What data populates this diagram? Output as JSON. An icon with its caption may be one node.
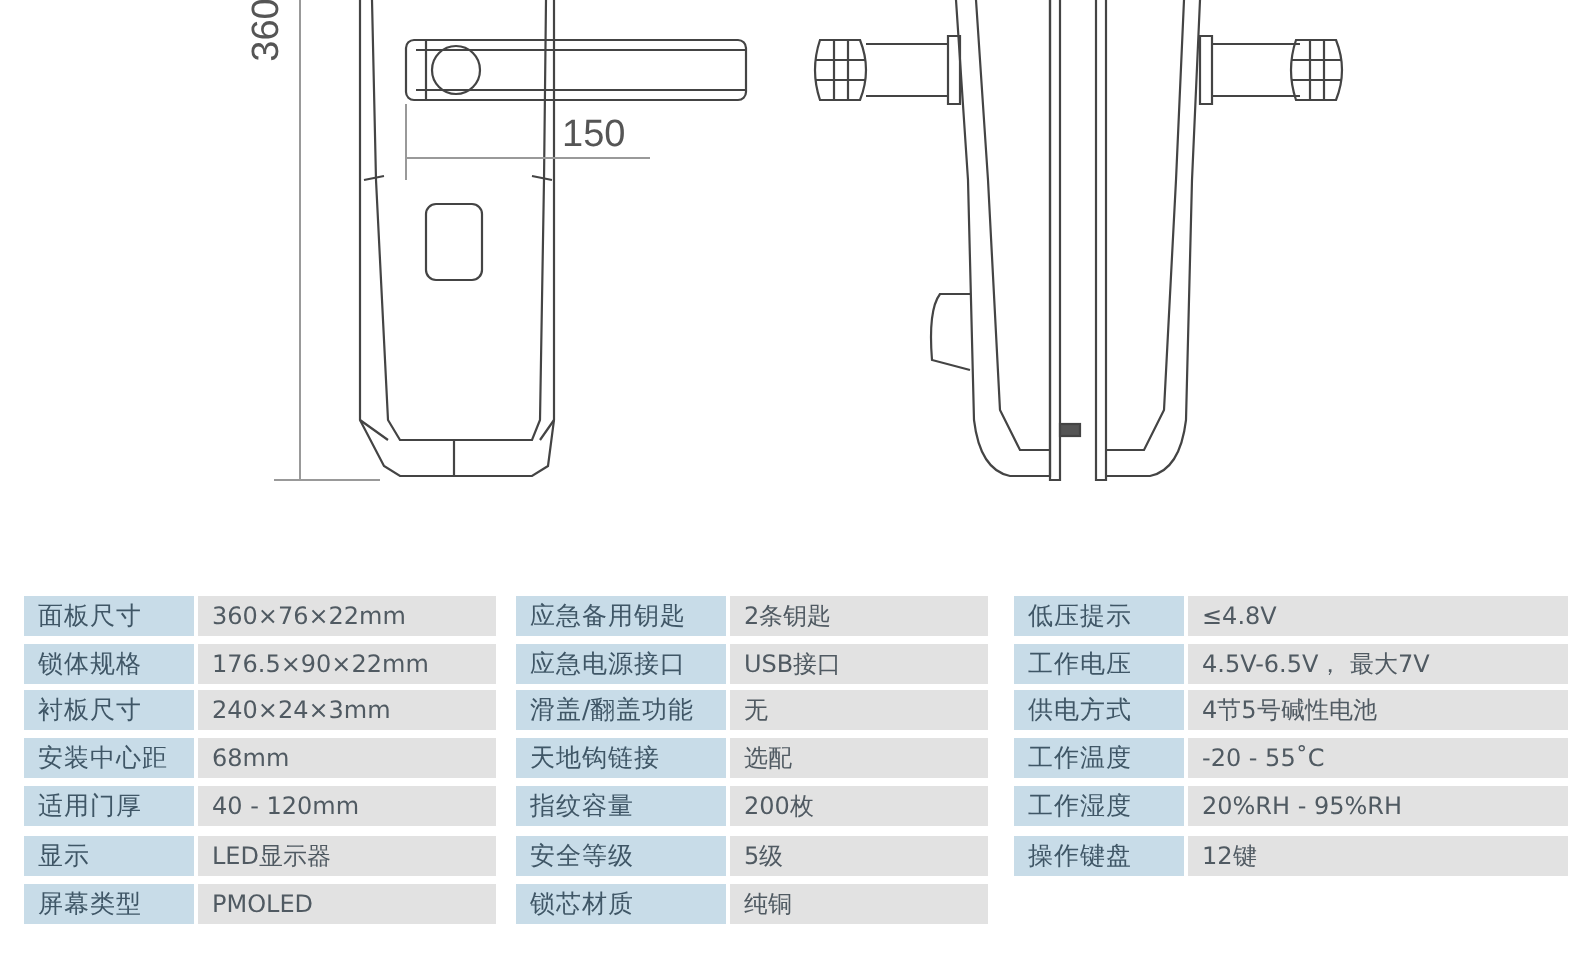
{
  "diagram": {
    "labels": [
      "360",
      "150",
      "面板尺寸",
      "360×76×22mm",
      "锁体规格",
      "176.5×90×22mm",
      "衬板尺寸",
      "240×24×3mm",
      "安装中心距",
      "68mm",
      "适用门厚",
      "40 - 120mm",
      "显示",
      "LED显示器",
      "屏幕类型",
      "PMOLED",
      "应急备用钥匙",
      "2条钥匙",
      "应急电源接口",
      "USB接口",
      "滑盖/翻盖功能",
      "无",
      "天地钩链接",
      "选配",
      "指纹容量",
      "200枚",
      "安全等级",
      "5级",
      "锁芯材质",
      "纯铜",
      "低压提示",
      "≤4.8V",
      "工作电压",
      "4.5V-6.5V，  最大7V",
      "供电方式",
      "4节5号碱性电池",
      "工作温度",
      "-20 - 55˚C",
      "工作湿度",
      "20%RH - 95%RH",
      "操作键盘",
      "12键"
    ]
  }
}
